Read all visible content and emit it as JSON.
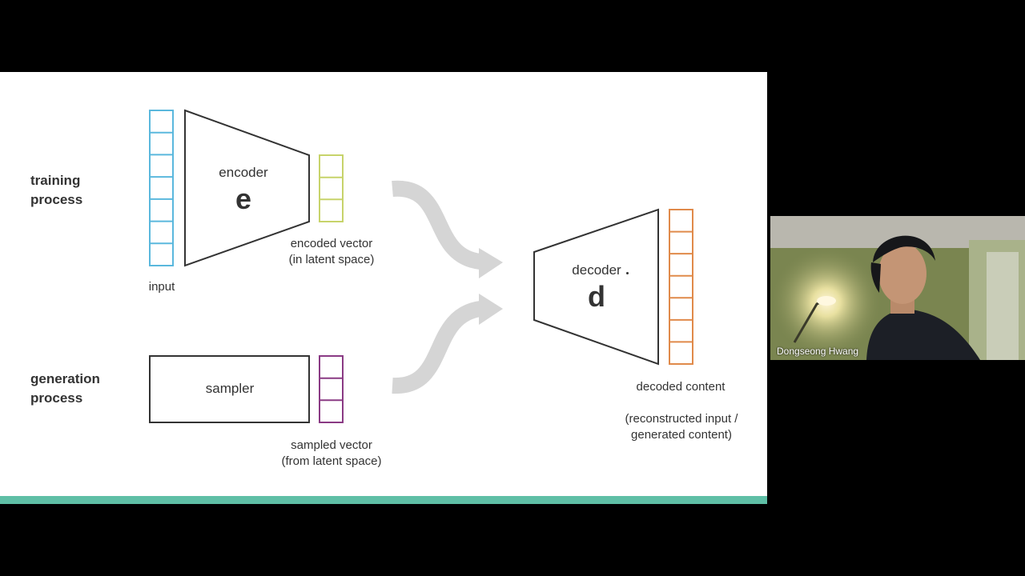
{
  "slide": {
    "section_training": "training\nprocess",
    "section_generation": "generation\nprocess",
    "encoder_label": "encoder",
    "encoder_symbol": "e",
    "decoder_label": "decoder",
    "decoder_symbol": "d",
    "sampler_label": "sampler",
    "input_label": "input",
    "encoded_vector_label": "encoded vector",
    "encoded_vector_sub": "(in latent space)",
    "sampled_vector_label": "sampled vector",
    "sampled_vector_sub": "(from latent space)",
    "decoded_content_label": "decoded content",
    "decoded_content_sub1": "(reconstructed input /",
    "decoded_content_sub2": "generated content)"
  },
  "colors": {
    "input_vector": "#5ab8dd",
    "encoded_vector": "#c7d36a",
    "sampled_vector": "#8a3a84",
    "decoded_vector": "#e08a4a",
    "arrow": "#d5d5d5",
    "accent_bar": "#5fbfa6"
  },
  "video": {
    "participant_name": "Dongseong Hwang"
  }
}
